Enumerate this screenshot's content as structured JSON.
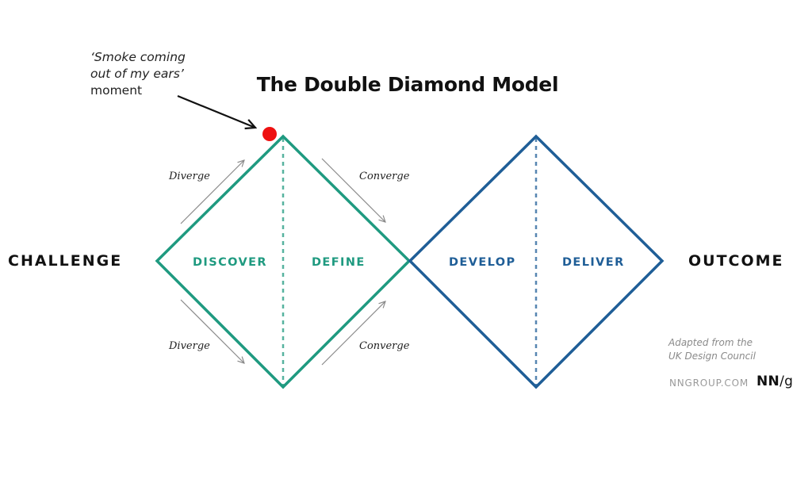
{
  "title": "The Double Diamond Model",
  "annotation": {
    "quote_line1": "‘Smoke coming",
    "quote_line2": "out of my ears’",
    "line3": "moment"
  },
  "start_label": "CHALLENGE",
  "end_label": "OUTCOME",
  "phases": [
    {
      "label": "DISCOVER",
      "color": "#1f9a80"
    },
    {
      "label": "DEFINE",
      "color": "#1f9a80"
    },
    {
      "label": "DEVELOP",
      "color": "#1f5e97"
    },
    {
      "label": "DELIVER",
      "color": "#1f5e97"
    }
  ],
  "flow_labels": {
    "top_left": "Diverge",
    "top_right": "Converge",
    "bottom_left": "Diverge",
    "bottom_right": "Converge"
  },
  "credit": {
    "line1": "Adapted from the",
    "line2": "UK Design Council"
  },
  "site": "NNGROUP.COM",
  "logo": {
    "bold": "NN",
    "rest": "/g"
  },
  "colors": {
    "first_diamond": "#1f9a80",
    "second_diamond": "#1f5e97",
    "marker": "#ee1111",
    "arrows": "#8a8a8a"
  }
}
